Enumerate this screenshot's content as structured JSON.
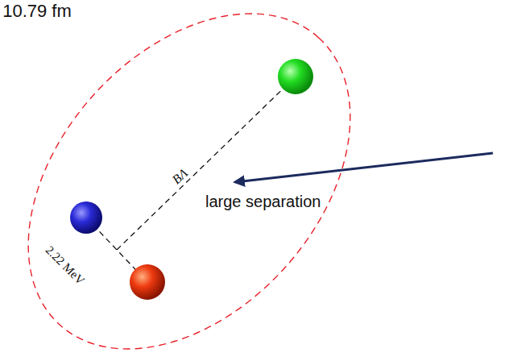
{
  "diagram": {
    "labels": [
      "10.79 fm",
      "BΛ",
      "large separation",
      "2.22 MeV"
    ]
  }
}
